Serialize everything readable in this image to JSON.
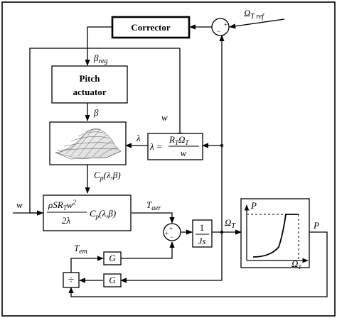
{
  "blocks": {
    "corrector": "Corrector",
    "pitch_line1": "Pitch",
    "pitch_line2": "actuator",
    "lambda_lhs": "λ =",
    "lambda_num": "R",
    "lambda_num_sub": "T",
    "lambda_num_omega": "Ω",
    "lambda_num_omega_sub": "T",
    "lambda_den": "w",
    "torque_num": "ρSR",
    "torque_num_sub": "T",
    "torque_num_w": "w",
    "torque_num_exp": "2",
    "torque_den": "2λ",
    "torque_cp": "C",
    "torque_cp_sub": "p",
    "torque_cp_args": "(λ,β)",
    "integrator_num": "1",
    "integrator_den": "Js",
    "gain_upper": "G",
    "gain_lower": "G",
    "divide": "÷"
  },
  "signals": {
    "omega_ref": "Ω",
    "omega_ref_sub": "T ref",
    "beta_reg": "β",
    "beta_reg_sub": "reg",
    "beta": "β",
    "w_top": "w",
    "lambda": "λ",
    "cp": "C",
    "cp_sub": "p",
    "cp_args": "(λ,β)",
    "w_left": "w",
    "t_aer": "T",
    "t_aer_sub": "aer",
    "t_em": "T",
    "t_em_sub": "em",
    "omega_t": "Ω",
    "omega_t_sub": "T",
    "p_out": "P"
  },
  "plot": {
    "y_label": "P",
    "x_label": "Ω",
    "x_label_sub": "T"
  },
  "summing": {
    "top_plus_right": "+",
    "top_minus_bottom": "−",
    "mid_plus_top": "+",
    "mid_plus_left": "+",
    "mid_minus_bottom": "−"
  }
}
